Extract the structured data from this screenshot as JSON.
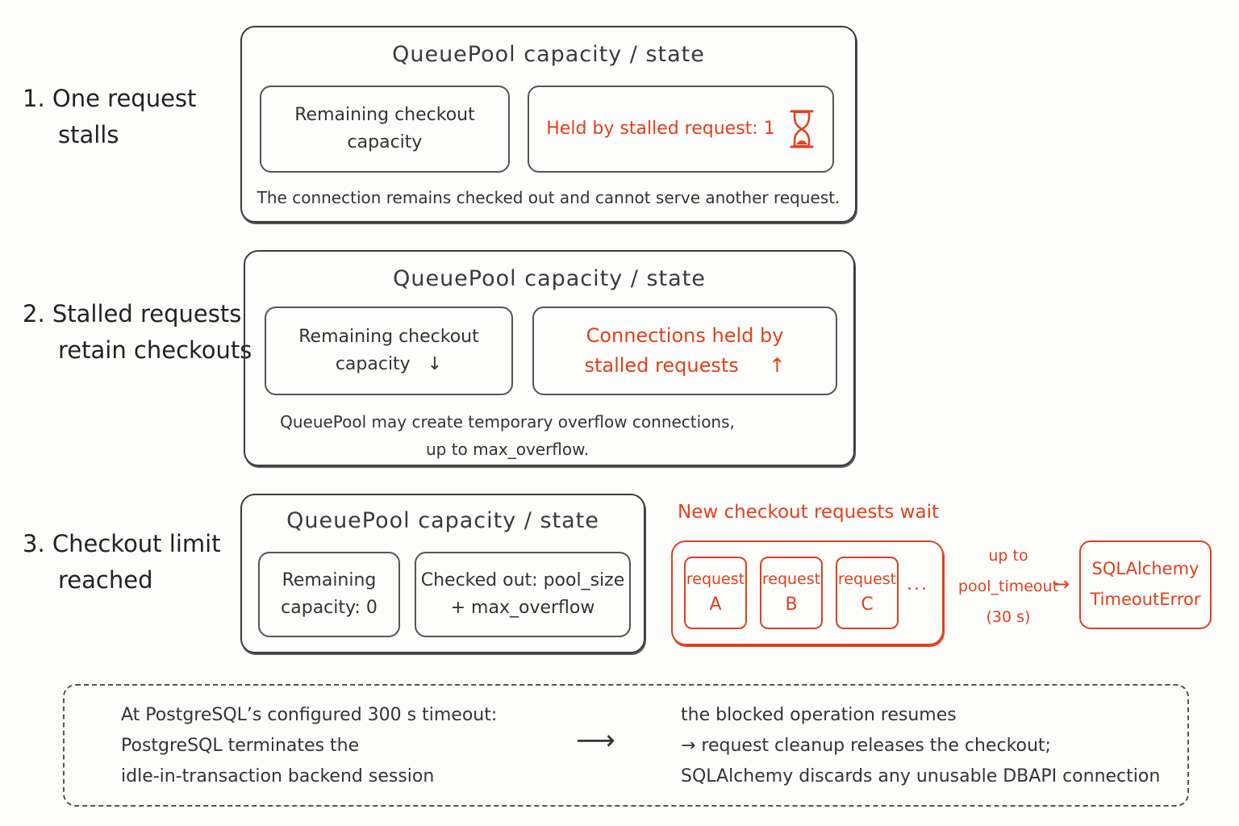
{
  "steps": [
    {
      "line1": "1. One request",
      "line2": "stalls"
    },
    {
      "line1": "2. Stalled requests",
      "line2": "retain checkouts"
    },
    {
      "line1": "3. Checkout limit",
      "line2": "reached"
    }
  ],
  "panel_title": "QueuePool capacity / state",
  "panel1": {
    "remaining_line1": "Remaining checkout",
    "remaining_line2": "capacity",
    "held": "Held by stalled request: 1",
    "note": "The connection remains checked out and cannot serve another request."
  },
  "panel2": {
    "remaining_line1": "Remaining checkout",
    "remaining_line2": "capacity",
    "down_arrow": "↓",
    "held_line1": "Connections held by",
    "held_line2": "stalled requests",
    "up_arrow": "↑",
    "note_line1": "QueuePool may create temporary overflow connections,",
    "note_line2": "up to max_overflow."
  },
  "panel3": {
    "remaining_line1": "Remaining",
    "remaining_line2": "capacity: 0",
    "checked_line1": "Checked out: pool_size",
    "checked_line2": "+ max_overflow"
  },
  "queue": {
    "label": "New checkout requests wait",
    "requests": [
      {
        "word": "request",
        "letter": "A"
      },
      {
        "word": "request",
        "letter": "B"
      },
      {
        "word": "request",
        "letter": "C"
      }
    ],
    "ellipsis": "...",
    "wait_line1": "up to",
    "wait_line2": "pool_timeout",
    "wait_line3": "(30 s)",
    "arrow": "→",
    "error_line1": "SQLAlchemy",
    "error_line2": "TimeoutError"
  },
  "footer": {
    "left": [
      "At PostgreSQL’s configured 300 s timeout:",
      "PostgreSQL terminates the",
      "idle-in-transaction backend session"
    ],
    "arrow": "⟶",
    "right": [
      "the blocked operation resumes",
      "→ request cleanup releases the checkout;",
      "SQLAlchemy discards any unusable DBAPI connection"
    ]
  },
  "colors": {
    "accent": "#e2401c",
    "ink": "#2b2b2b"
  },
  "icons": {
    "hourglass": "hourglass-icon"
  }
}
